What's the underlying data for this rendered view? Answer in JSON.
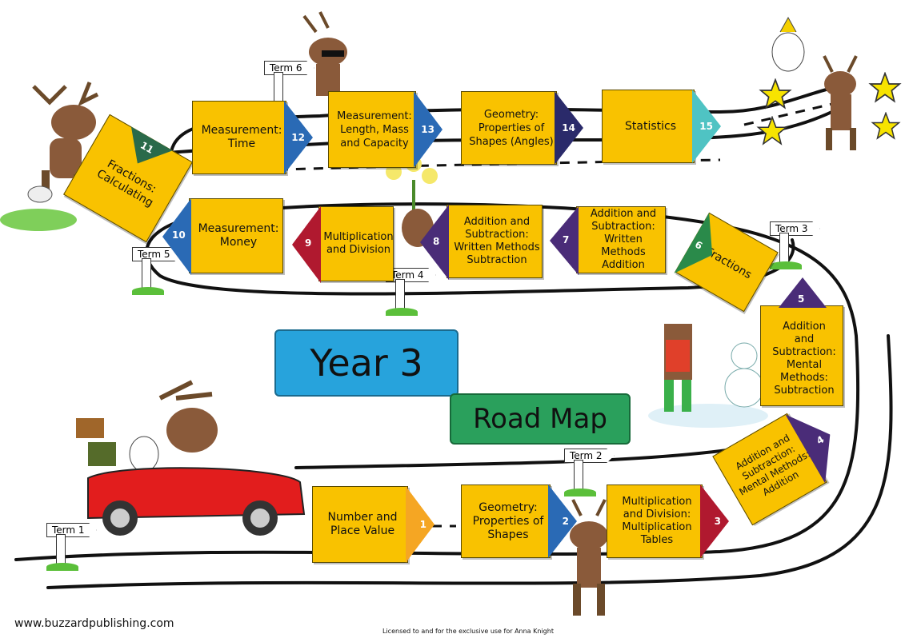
{
  "titles": {
    "year": "Year 3",
    "roadmap": "Road Map"
  },
  "footer": {
    "url": "www.buzzardpublishing.com",
    "license": "Licensed to and for the exclusive use for Anna Knight"
  },
  "signs": {
    "t1": "Term 1",
    "t2": "Term 2",
    "t3": "Term 3",
    "t4": "Term 4",
    "t5": "Term 5",
    "t6": "Term 6"
  },
  "units": {
    "u1": {
      "num": "1",
      "line1": "Number and",
      "line2": "Place Value",
      "color": "#f5a623"
    },
    "u2": {
      "num": "2",
      "line1": "Geometry:",
      "line2": "Properties of",
      "line3": "Shapes",
      "color": "#2a6ab5"
    },
    "u3": {
      "num": "3",
      "line1": "Multiplication",
      "line2": "and Division:",
      "line3": "Multiplication",
      "line4": "Tables",
      "color": "#b0192f"
    },
    "u4": {
      "num": "4",
      "line1": "Addition and",
      "line2": "Subtraction:",
      "line3": "Mental Methods:",
      "line4": "Addition",
      "color": "#4a2c78"
    },
    "u5": {
      "num": "5",
      "line1": "Addition",
      "line2": "and",
      "line3": "Subtraction:",
      "line4": "Mental",
      "line5": "Methods:",
      "line6": "Subtraction",
      "color": "#4a2c78"
    },
    "u6": {
      "num": "6",
      "line1": "Fractions",
      "color": "#2a8a4a"
    },
    "u7": {
      "num": "7",
      "line1": "Addition and",
      "line2": "Subtraction:",
      "line3": "Written Methods",
      "line4": "Addition",
      "color": "#4a2c78"
    },
    "u8": {
      "num": "8",
      "line1": "Addition and",
      "line2": "Subtraction:",
      "line3": "Written Methods",
      "line4": "Subtraction",
      "color": "#4a2c78"
    },
    "u9": {
      "num": "9",
      "line1": "Multiplication",
      "line2": "and Division",
      "color": "#b0192f"
    },
    "u10": {
      "num": "10",
      "line1": "Measurement:",
      "line2": "Money",
      "color": "#2a6ab5"
    },
    "u11": {
      "num": "11",
      "line1": "Fractions:",
      "line2": "Calculating",
      "color": "#2a6a4a"
    },
    "u12": {
      "num": "12",
      "line1": "Measurement:",
      "line2": "Time",
      "color": "#2a6ab5"
    },
    "u13": {
      "num": "13",
      "line1": "Measurement:",
      "line2": "Length, Mass",
      "line3": "and Capacity",
      "color": "#2a6ab5"
    },
    "u14": {
      "num": "14",
      "line1": "Geometry:",
      "line2": "Properties of",
      "line3": "Shapes (Angles)",
      "color": "#2a2a6a"
    },
    "u15": {
      "num": "15",
      "line1": "Statistics",
      "color": "#4fc3c3"
    }
  },
  "decor": {
    "reindeer": "reindeer-icon",
    "car": "car-icon",
    "star": "star-icon",
    "snowman": "snowman-icon",
    "flowers": "flowers-icon",
    "sheep": "sheep-icon",
    "cockatoo": "cockatoo-icon"
  }
}
